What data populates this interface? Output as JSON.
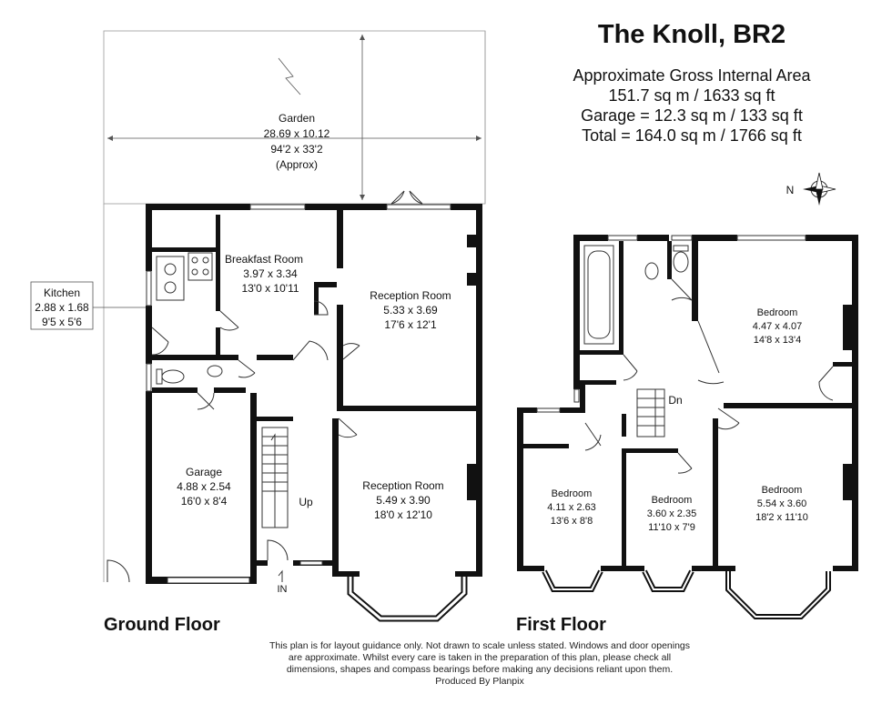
{
  "header": {
    "title": "The Knoll, BR2",
    "area_lines": [
      "Approximate Gross Internal Area",
      "151.7 sq m / 1633 sq ft",
      "Garage = 12.3 sq m / 133 sq ft",
      "Total = 164.0 sq m / 1766 sq ft"
    ]
  },
  "compass": {
    "label": "N"
  },
  "ground_floor": {
    "label": "Ground Floor",
    "garden": {
      "name": "Garden",
      "metric": "28.69 x 10.12",
      "imperial": "94'2 x 33'2",
      "note": "(Approx)"
    },
    "kitchen": {
      "name": "Kitchen",
      "metric": "2.88 x 1.68",
      "imperial": "9'5 x 5'6"
    },
    "breakfast_room": {
      "name": "Breakfast Room",
      "metric": "3.97 x 3.34",
      "imperial": "13'0 x 10'11"
    },
    "reception_room_rear": {
      "name": "Reception Room",
      "metric": "5.33 x 3.69",
      "imperial": "17'6 x 12'1"
    },
    "reception_room_front": {
      "name": "Reception Room",
      "metric": "5.49 x 3.90",
      "imperial": "18'0 x 12'10"
    },
    "garage": {
      "name": "Garage",
      "metric": "4.88 x 2.54",
      "imperial": "16'0 x 8'4"
    },
    "stairs_label": "Up",
    "entrance_label": "IN"
  },
  "first_floor": {
    "label": "First Floor",
    "stairs_label": "Dn",
    "bedroom_rear": {
      "name": "Bedroom",
      "metric": "4.47 x 4.07",
      "imperial": "14'8 x 13'4"
    },
    "bedroom_front_large": {
      "name": "Bedroom",
      "metric": "5.54 x 3.60",
      "imperial": "18'2 x 11'10"
    },
    "bedroom_front_mid": {
      "name": "Bedroom",
      "metric": "3.60 x 2.35",
      "imperial": "11'10 x 7'9"
    },
    "bedroom_side": {
      "name": "Bedroom",
      "metric": "4.11 x 2.63",
      "imperial": "13'6 x 8'8"
    }
  },
  "disclaimer": {
    "lines": [
      "This plan is for layout guidance only. Not drawn to scale unless stated. Windows and door openings",
      "are approximate. Whilst every care is taken in the preparation of this plan, please check all",
      "dimensions, shapes and compass bearings before making any decisions reliant upon them.",
      "Produced By Planpix"
    ]
  }
}
